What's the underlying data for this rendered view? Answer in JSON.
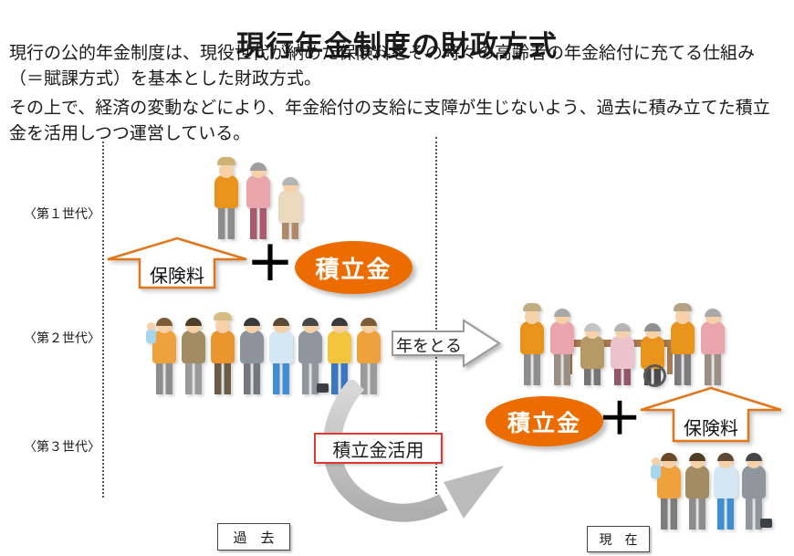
{
  "title": "現行年金制度の財政方式",
  "description": {
    "paragraph1": "現行の公的年金制度は、現役世代が納めた保険料をその時々の高齢者の年金給付に充てる仕組み（＝賦課方式）を基本とした財政方式。",
    "paragraph2": "その上で、経済の変動などにより、年金給付の支給に支障が生じないよう、過去に積み立てた積立金を活用しつつ運営している。"
  },
  "generation_labels": {
    "gen1": "〈第１世代〉",
    "gen2": "〈第２世代〉",
    "gen3": "〈第３世代〉"
  },
  "past_formula": {
    "premium_arrow_label": "保険料",
    "plus_sign": "＋",
    "reserve_label": "積立金"
  },
  "present_formula": {
    "reserve_label": "積立金",
    "plus_sign": "＋",
    "premium_arrow_label": "保険料"
  },
  "aging_arrow_label": "年をとる",
  "reserve_use_label": "積立金活用",
  "timeline": {
    "past_label": "過　去",
    "present_label": "現　在"
  },
  "colors": {
    "accent_orange": "#ed6c00",
    "arrow_outline_orange": "#e2761b",
    "reserve_use_border_red": "#d93a32",
    "skin": "#f6d1a7",
    "bench_brown": "#a97c50"
  },
  "figure_groups": {
    "figure-group-gen1-elderly": [
      {
        "hat": "#cdb273",
        "top": "#e8941c",
        "bottom": "#8d8d8d"
      },
      {
        "hair": "#9e9e9e",
        "top": "#eaa4ac",
        "bottom": "#a65c6c"
      },
      {
        "hair": "#b5b5b5",
        "top": "#ead9bd",
        "bottom": "#b08968",
        "seated": true
      }
    ],
    "figure-group-gen2-workers": [
      {
        "hair": "#7b5b38",
        "top": "#efa23c",
        "bottom": "#8d8d8d",
        "baby": true
      },
      {
        "hair": "#4f3d28",
        "top": "#a28c64",
        "bottom": "#9a9a9a"
      },
      {
        "hat": "#d6bd85",
        "top": "#e8952d",
        "bottom": "#6b5b49"
      },
      {
        "hair": "#3a3a3a",
        "top": "#8d939b",
        "bottom": "#75797f"
      },
      {
        "hair": "#5d4a35",
        "top": "#d3e7f4",
        "bottom": "#3f8fd0"
      },
      {
        "hair": "#474747",
        "top": "#90969e",
        "bottom": "#90969e",
        "briefcase": true
      },
      {
        "hair": "#3a3a3a",
        "top": "#f3c53d",
        "bottom": "#3a77c0"
      },
      {
        "hair": "#7b5b38",
        "top": "#efa23c",
        "bottom": "#9a9a9a"
      }
    ],
    "figure-group-gen2-aged": [
      {
        "hat": "#c2ad83",
        "top": "#e8941c",
        "bottom": "#8d8d8d"
      },
      {
        "hair": "#a8a8a8",
        "top": "#eaa4ac",
        "bottom": "#9a8f82"
      },
      {
        "hair": "#c4c4c4",
        "top": "#b59a66",
        "bottom": "#757575",
        "seated": true
      },
      {
        "hair": "#b5b5b5",
        "top": "#ecc3cd",
        "bottom": "#96566a",
        "seated": true
      },
      {
        "hair": "#909090",
        "top": "#e8941c",
        "bottom": "#4a4a4a",
        "seated": true,
        "wheelchair": true
      },
      {
        "hat": "#b3a488",
        "top": "#e8941c",
        "bottom": "#7c7c7c"
      },
      {
        "hair": "#a8a8a8",
        "top": "#eaa4ac",
        "bottom": "#9a8f82"
      }
    ],
    "figure-group-gen3-young": [
      {
        "hair": "#6b4a2a",
        "top": "#efa23c",
        "bottom": "#7c7c7c",
        "baby": true
      },
      {
        "hair": "#4f3d28",
        "top": "#a28c64",
        "bottom": "#8d8d8d"
      },
      {
        "hair": "#5d4a35",
        "top": "#d3e7f4",
        "bottom": "#3f8fd0"
      },
      {
        "hair": "#474747",
        "top": "#90969e",
        "bottom": "#90969e",
        "briefcase": true
      }
    ]
  }
}
